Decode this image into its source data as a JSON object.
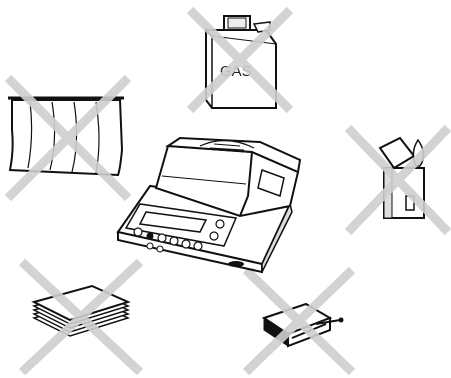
{
  "colors": {
    "background": "#ffffff",
    "ink": "#111111",
    "cross": "#cfcfcf"
  },
  "center": {
    "name": "moisture-analyzer-balance"
  },
  "hazards": [
    {
      "name": "gas-canister",
      "label": "GAS",
      "crossed": true
    },
    {
      "name": "curtain",
      "crossed": true
    },
    {
      "name": "lighter",
      "crossed": true
    },
    {
      "name": "paper-stack",
      "crossed": true
    },
    {
      "name": "matchbox",
      "crossed": true
    }
  ]
}
